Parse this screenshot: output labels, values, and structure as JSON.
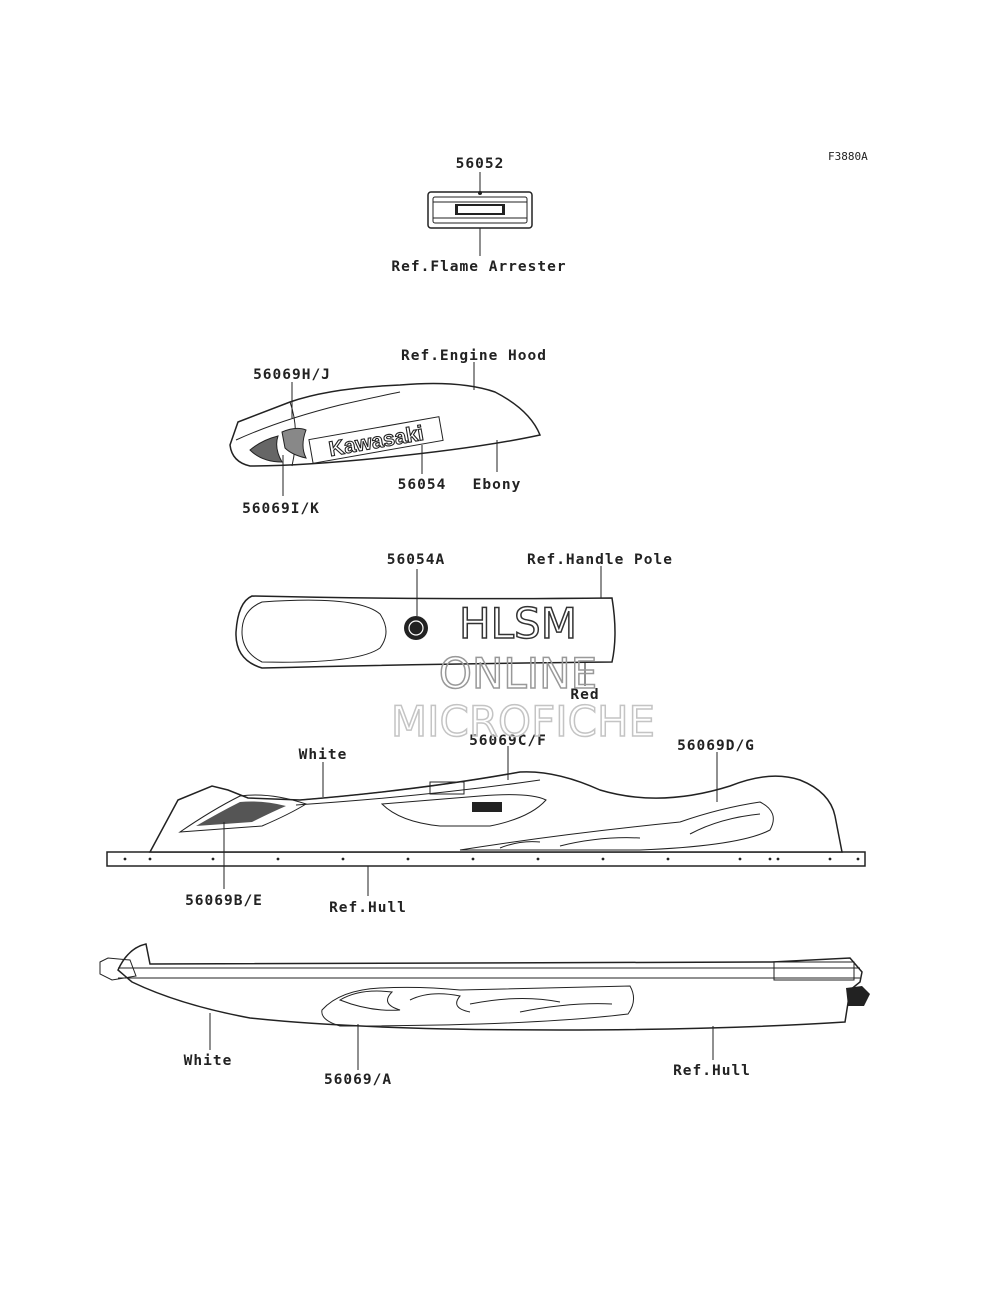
{
  "figure_code": "F3880A",
  "labels": {
    "p56052": "56052",
    "ref_flame_arrester": "Ref.Flame Arrester",
    "ref_engine_hood": "Ref.Engine Hood",
    "p56069hj": "56069H/J",
    "p56054": "56054",
    "ebony": "Ebony",
    "p56069ik": "56069I/K",
    "p56054a": "56054A",
    "ref_handle_pole": "Ref.Handle Pole",
    "red": "Red",
    "white_upper": "White",
    "p56069cf": "56069C/F",
    "p56069dg": "56069D/G",
    "p56069be": "56069B/E",
    "ref_hull_upper": "Ref.Hull",
    "white_lower": "White",
    "p56069a": "56069/A",
    "ref_hull_lower": "Ref.Hull"
  },
  "decal_text": {
    "brand": "Kawasaki"
  },
  "watermark": {
    "line1": "HLSM",
    "line2": "ONLINE",
    "line3": "MICROFICHE"
  }
}
